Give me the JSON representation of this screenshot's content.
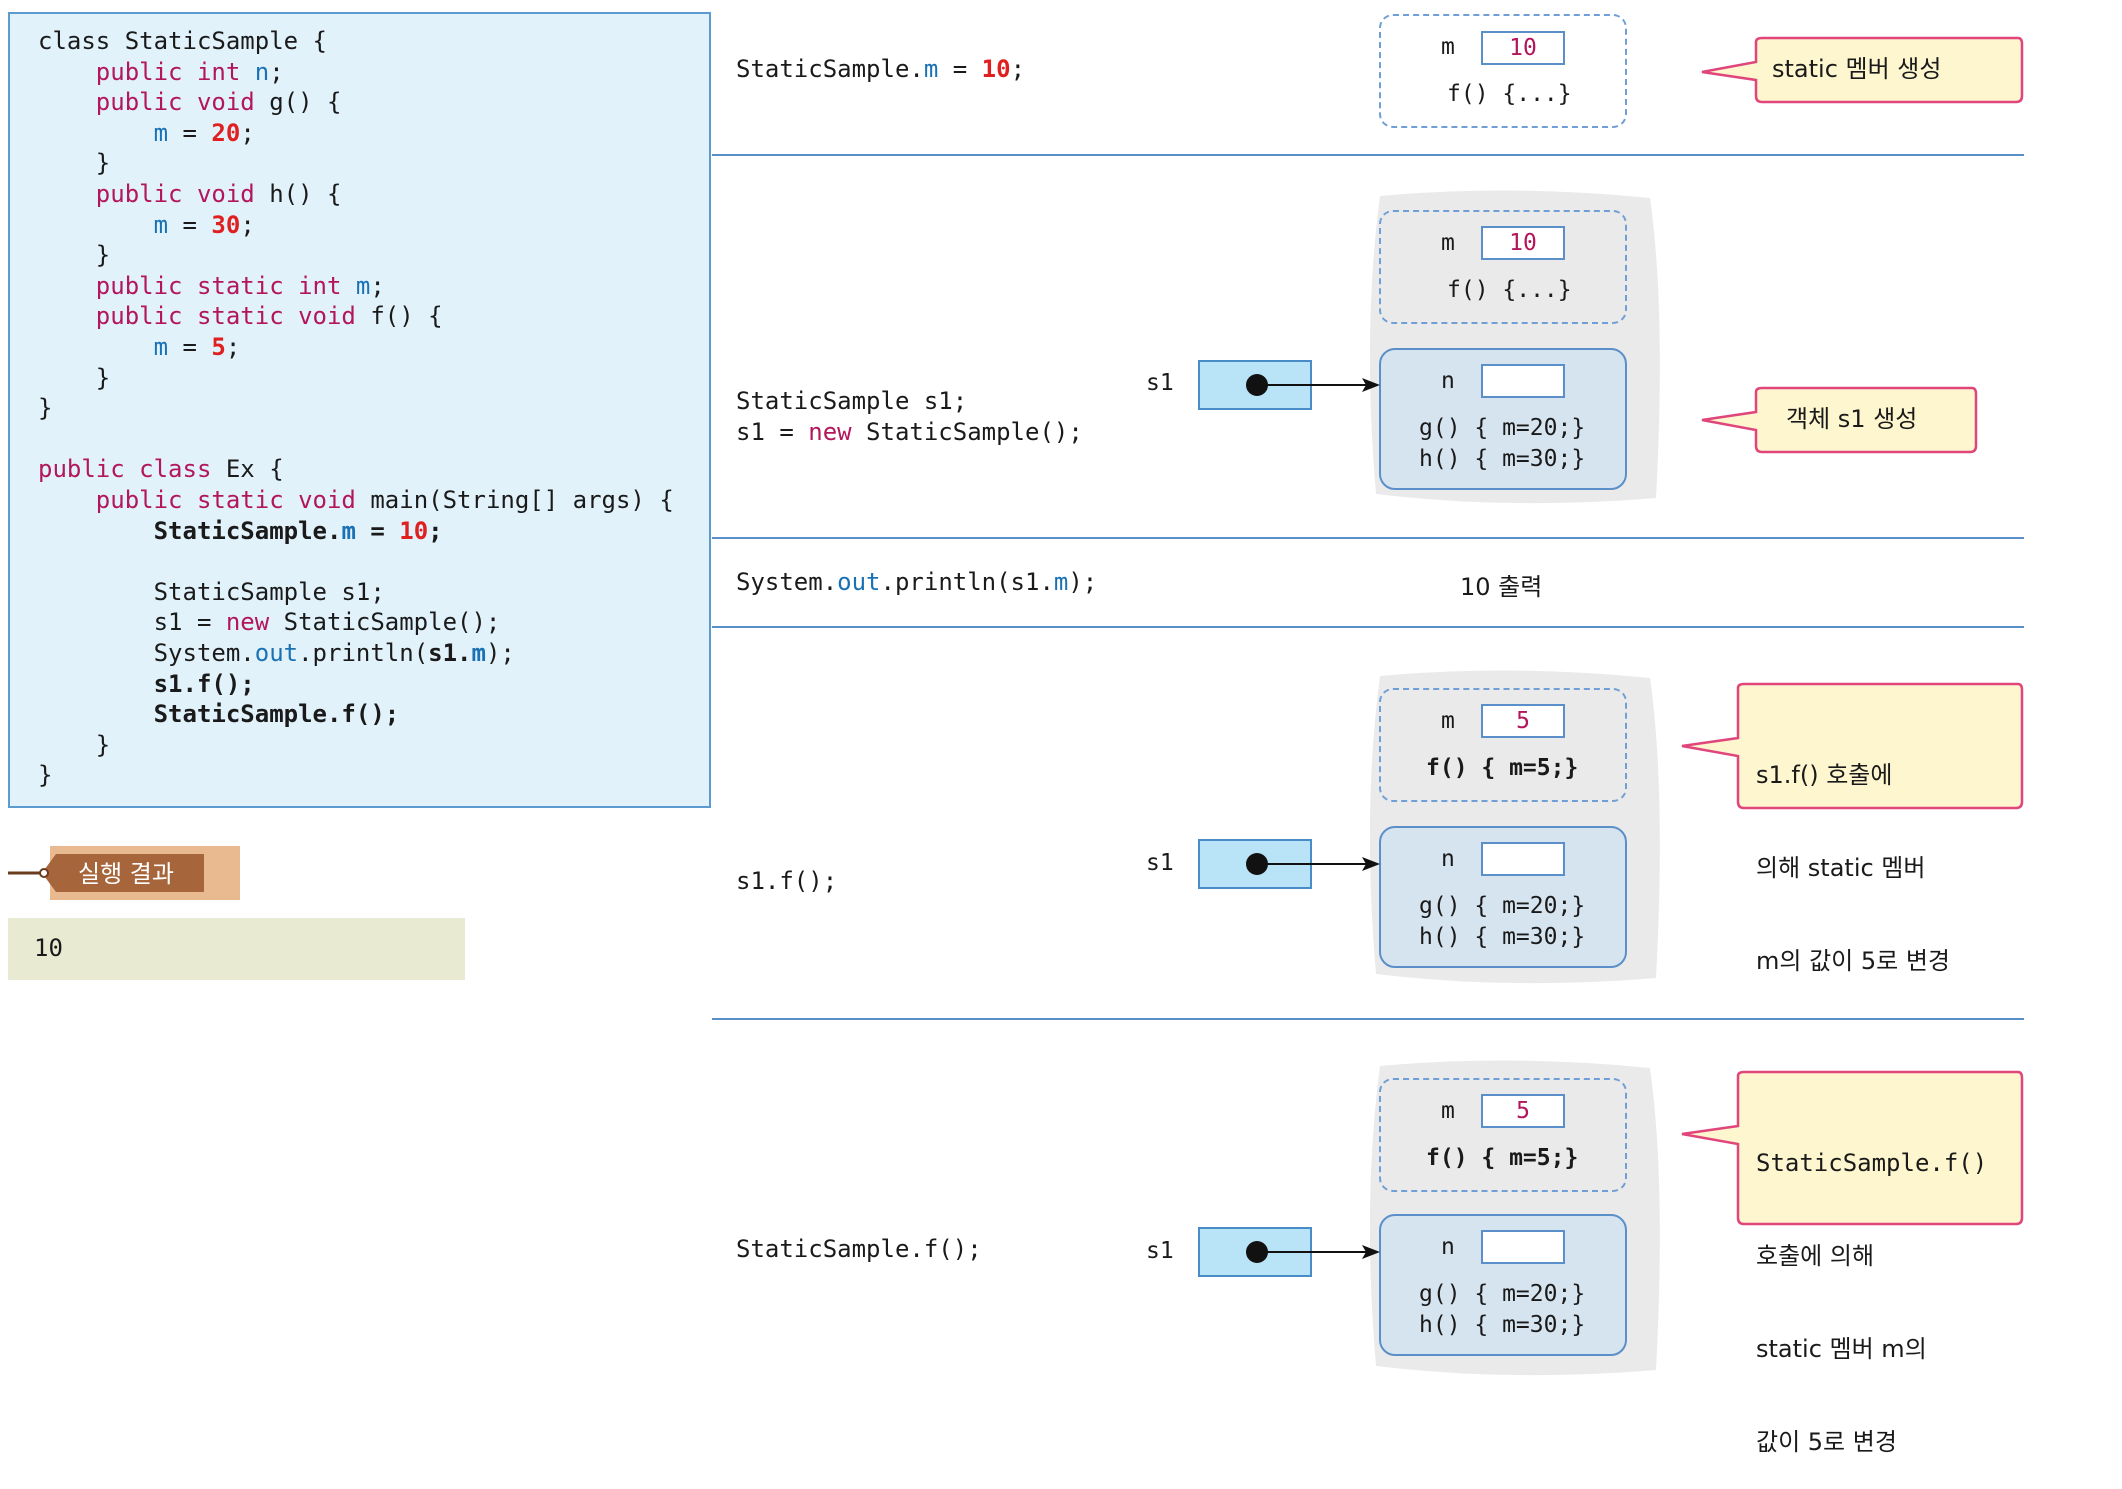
{
  "code": {
    "lines": [
      [
        {
          "t": "class StaticSample {"
        }
      ],
      [
        {
          "t": "    "
        },
        {
          "t": "public int ",
          "c": "kw"
        },
        {
          "t": "n",
          "c": "fld"
        },
        {
          "t": ";"
        }
      ],
      [
        {
          "t": "    "
        },
        {
          "t": "public void ",
          "c": "kw"
        },
        {
          "t": "g() {"
        }
      ],
      [
        {
          "t": "        "
        },
        {
          "t": "m",
          "c": "fld"
        },
        {
          "t": " = "
        },
        {
          "t": "20",
          "c": "num"
        },
        {
          "t": ";"
        }
      ],
      [
        {
          "t": "    }"
        }
      ],
      [
        {
          "t": "    "
        },
        {
          "t": "public void ",
          "c": "kw"
        },
        {
          "t": "h() {"
        }
      ],
      [
        {
          "t": "        "
        },
        {
          "t": "m",
          "c": "fld"
        },
        {
          "t": " = "
        },
        {
          "t": "30",
          "c": "num"
        },
        {
          "t": ";"
        }
      ],
      [
        {
          "t": "    }"
        }
      ],
      [
        {
          "t": "    "
        },
        {
          "t": "public static int ",
          "c": "kw"
        },
        {
          "t": "m",
          "c": "fld"
        },
        {
          "t": ";"
        }
      ],
      [
        {
          "t": "    "
        },
        {
          "t": "public static void ",
          "c": "kw"
        },
        {
          "t": "f() {"
        }
      ],
      [
        {
          "t": "        "
        },
        {
          "t": "m",
          "c": "fld"
        },
        {
          "t": " = "
        },
        {
          "t": "5",
          "c": "num"
        },
        {
          "t": ";"
        }
      ],
      [
        {
          "t": "    }"
        }
      ],
      [
        {
          "t": "}"
        }
      ],
      [
        {
          "t": ""
        }
      ],
      [
        {
          "t": "public class ",
          "c": "kw"
        },
        {
          "t": "Ex {"
        }
      ],
      [
        {
          "t": "    "
        },
        {
          "t": "public static void ",
          "c": "kw"
        },
        {
          "t": "main(String[] args) {"
        }
      ],
      [
        {
          "t": "        "
        },
        {
          "t": "StaticSample.",
          "c": "b"
        },
        {
          "t": "m",
          "c": "fld b"
        },
        {
          "t": " = ",
          "c": "b"
        },
        {
          "t": "10",
          "c": "num"
        },
        {
          "t": ";",
          "c": "b"
        }
      ],
      [
        {
          "t": ""
        }
      ],
      [
        {
          "t": "        StaticSample s1;"
        }
      ],
      [
        {
          "t": "        s1 = "
        },
        {
          "t": "new ",
          "c": "kw"
        },
        {
          "t": "StaticSample();"
        }
      ],
      [
        {
          "t": "        System."
        },
        {
          "t": "out",
          "c": "fld"
        },
        {
          "t": ".println("
        },
        {
          "t": "s1.",
          "c": "b"
        },
        {
          "t": "m",
          "c": "fld b"
        },
        {
          "t": ");"
        }
      ],
      [
        {
          "t": "        s1.f();",
          "c": "b"
        }
      ],
      [
        {
          "t": "        StaticSample.f();",
          "c": "b"
        }
      ],
      [
        {
          "t": "    }"
        }
      ],
      [
        {
          "t": "}"
        }
      ]
    ]
  },
  "result": {
    "tag_label": "실행 결과",
    "output": "10"
  },
  "steps": {
    "s1": {
      "statement": [
        {
          "t": "StaticSample."
        },
        {
          "t": "m",
          "c": "fld"
        },
        {
          "t": " = "
        },
        {
          "t": "10",
          "c": "num"
        },
        {
          "t": ";"
        }
      ],
      "m_label": "m",
      "m_value": "10",
      "f_method": "f() {...}",
      "callout": "static 멤버 생성"
    },
    "s2": {
      "statement_line1": "StaticSample s1;",
      "statement_line2": [
        {
          "t": "s1 = "
        },
        {
          "t": "new ",
          "c": "kw"
        },
        {
          "t": "StaticSample();"
        }
      ],
      "ref_label": "s1",
      "m_label": "m",
      "m_value": "10",
      "f_method": "f() {...}",
      "n_label": "n",
      "g_method": "g() { m=20;}",
      "h_method": "h() { m=30;}",
      "callout": "객체 s1 생성"
    },
    "s3": {
      "statement": [
        {
          "t": "System."
        },
        {
          "t": "out",
          "c": "fld"
        },
        {
          "t": ".println(s1."
        },
        {
          "t": "m",
          "c": "fld"
        },
        {
          "t": ");"
        }
      ],
      "output_text": "10 출력"
    },
    "s4": {
      "statement": "s1.f();",
      "ref_label": "s1",
      "m_label": "m",
      "m_value": "5",
      "f_method": "f() { m=5;}",
      "n_label": "n",
      "g_method": "g() { m=20;}",
      "h_method": "h() { m=30;}",
      "callout_lines": [
        "s1.f() 호출에",
        "의해 static 멤버",
        "m의 값이 5로 변경"
      ]
    },
    "s5": {
      "statement": "StaticSample.f();",
      "ref_label": "s1",
      "m_label": "m",
      "m_value": "5",
      "f_method": "f() { m=5;}",
      "n_label": "n",
      "g_method": "g() { m=20;}",
      "h_method": "h() { m=30;}",
      "callout_lines": [
        "StaticSample.f()",
        "호출에 의해",
        "static 멤버 m의",
        "값이 5로 변경"
      ]
    }
  },
  "colors": {
    "keyword": "#b3165c",
    "field": "#1a72b5",
    "number": "#e02020",
    "callout_fill": "#fdf6cf",
    "callout_stroke": "#e0457b",
    "code_bg": "#e1f2fb",
    "tag_bg": "#dba77c"
  }
}
